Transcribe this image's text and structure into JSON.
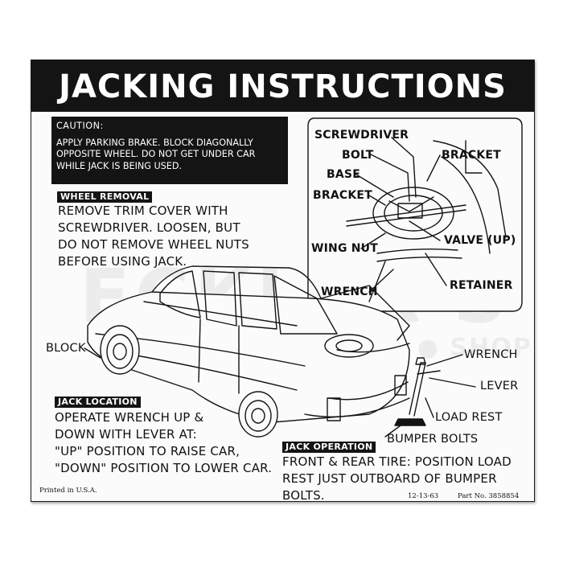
{
  "title": "JACKING INSTRUCTIONS",
  "caution": {
    "heading": "CAUTION:",
    "text": "APPLY PARKING BRAKE. BLOCK DIAGONALLY\nOPPOSITE WHEEL. DO NOT GET UNDER CAR\nWHILE JACK IS BEING USED."
  },
  "wheel_removal": {
    "heading": "WHEEL REMOVAL",
    "text": "REMOVE TRIM COVER WITH\nSCREWDRIVER. LOOSEN, BUT\nDO NOT REMOVE WHEEL NUTS\nBEFORE USING JACK."
  },
  "jack_location": {
    "heading": "JACK LOCATION",
    "text": "OPERATE WRENCH UP &\nDOWN WITH LEVER AT:\n\"UP\" POSITION TO RAISE CAR,\n\"DOWN\" POSITION TO LOWER CAR."
  },
  "jack_operation": {
    "heading": "JACK OPERATION",
    "text": "FRONT & REAR TIRE: POSITION LOAD\nREST JUST OUTBOARD OF BUMPER BOLTS."
  },
  "callouts": {
    "screwdriver": "SCREWDRIVER",
    "bolt": "BOLT",
    "bracket_right": "BRACKET",
    "base": "BASE",
    "bracket_left": "BRACKET",
    "wing_nut": "WING NUT",
    "valve": "VALVE (UP)",
    "retainer": "RETAINER",
    "wrench_inset": "WRENCH",
    "block": "BLOCK",
    "wrench": "WRENCH",
    "lever": "LEVER",
    "load_rest": "LOAD REST",
    "bumper_bolts": "BUMPER BOLTS"
  },
  "watermark": {
    "brand": "ECKLER'S",
    "sub": "GARAGE ● WORK ● SHOP"
  },
  "footer": {
    "printed": "Printed in U.S.A.",
    "date": "12-13-63",
    "part": "Part No. 3858854"
  },
  "colors": {
    "ink": "#141414",
    "paper": "#fbfbfb"
  }
}
